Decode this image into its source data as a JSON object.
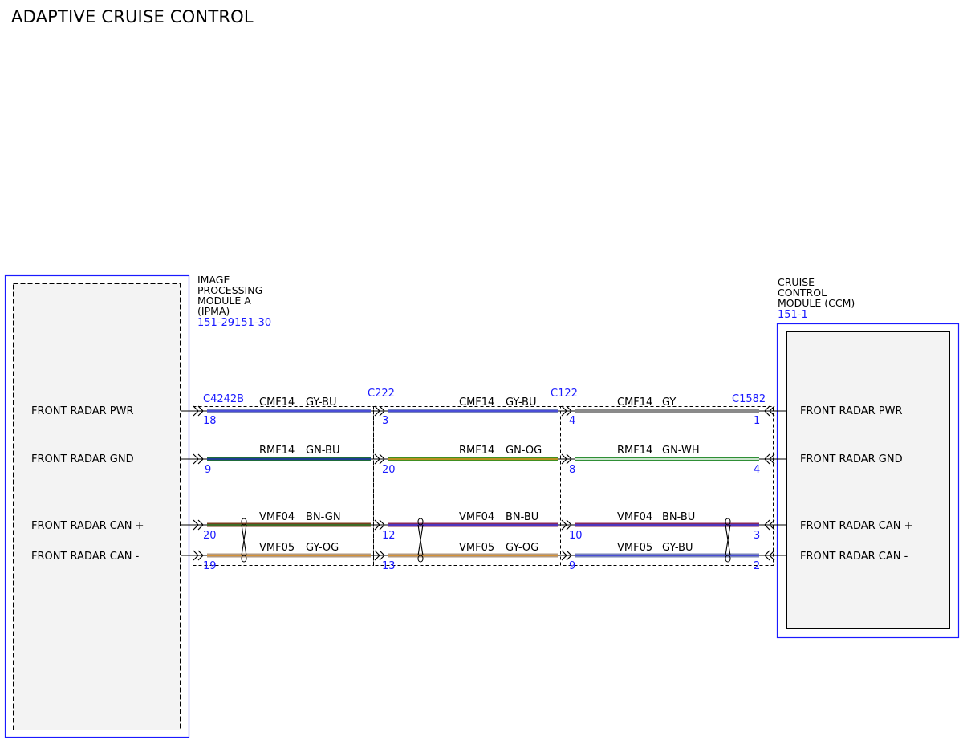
{
  "title": "ADAPTIVE CRUISE CONTROL",
  "modules": {
    "left": {
      "name_lines": [
        "IMAGE",
        "PROCESSING",
        "MODULE A",
        "(IPMA)"
      ],
      "refs": "151-29151-30",
      "signals": [
        "FRONT RADAR PWR",
        "FRONT RADAR GND",
        "FRONT RADAR CAN +",
        "FRONT RADAR CAN -"
      ]
    },
    "right": {
      "name_lines": [
        "CRUISE",
        "CONTROL",
        "MODULE (CCM)"
      ],
      "ref": "151-1",
      "signals": [
        "FRONT RADAR PWR",
        "FRONT RADAR GND",
        "FRONT RADAR CAN +",
        "FRONT RADAR CAN -"
      ]
    }
  },
  "connectors": [
    "C4242B",
    "C222",
    "C122",
    "C1582"
  ],
  "pins": [
    [
      "18",
      "3",
      "4",
      "1"
    ],
    [
      "9",
      "20",
      "8",
      "4"
    ],
    [
      "20",
      "12",
      "10",
      "3"
    ],
    [
      "19",
      "13",
      "9",
      "2"
    ]
  ],
  "wires": [
    [
      {
        "circuit": "CMF14",
        "color": "GY-BU",
        "base": "#7a86b8",
        "stripe": "#3a3adf"
      },
      {
        "circuit": "CMF14",
        "color": "GY-BU",
        "base": "#7a86b8",
        "stripe": "#3a3adf"
      },
      {
        "circuit": "CMF14",
        "color": "GY",
        "base": "#8a8a8a",
        "stripe": "#8a8a8a"
      }
    ],
    [
      {
        "circuit": "RMF14",
        "color": "GN-BU",
        "base": "#1f6b3a",
        "stripe": "#1e2fb0"
      },
      {
        "circuit": "RMF14",
        "color": "GN-OG",
        "base": "#3f8f22",
        "stripe": "#e09020"
      },
      {
        "circuit": "RMF14",
        "color": "GN-WH",
        "base": "#2f8f36",
        "stripe": "#ffffff"
      }
    ],
    [
      {
        "circuit": "VMF04",
        "color": "BN-GN",
        "base": "#7a3e1e",
        "stripe": "#2a7a2a"
      },
      {
        "circuit": "VMF04",
        "color": "BN-BU",
        "base": "#8a2a5a",
        "stripe": "#3a3adf"
      },
      {
        "circuit": "VMF04",
        "color": "BN-BU",
        "base": "#8a2a5a",
        "stripe": "#3a3adf"
      }
    ],
    [
      {
        "circuit": "VMF05",
        "color": "GY-OG",
        "base": "#b39a80",
        "stripe": "#e09020"
      },
      {
        "circuit": "VMF05",
        "color": "GY-OG",
        "base": "#b39a80",
        "stripe": "#e09020"
      },
      {
        "circuit": "VMF05",
        "color": "GY-BU",
        "base": "#7a86b8",
        "stripe": "#3a3adf"
      }
    ]
  ]
}
